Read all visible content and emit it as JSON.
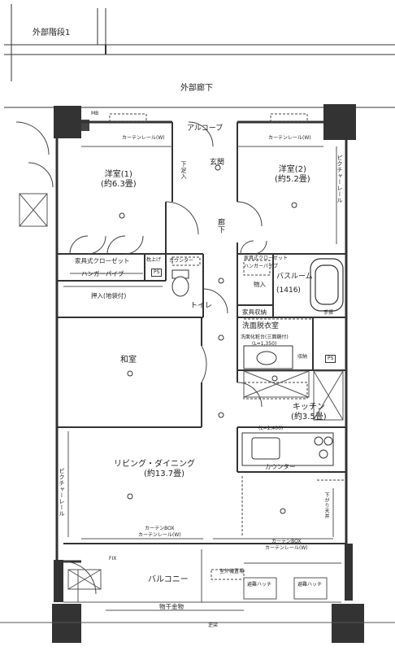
{
  "labels": {
    "external_stair": "外部階段1",
    "external_corridor": "外部廊下",
    "mb": "MB",
    "alcove": "アルコーブ",
    "entrance": "玄関",
    "hallway": "廊下",
    "storage_entrance": "下足入",
    "western_room_1": "洋室(1)",
    "western_room_1_size": "(約6.3畳)",
    "western_room_2": "洋室(2)",
    "western_room_2_size": "(約5.2畳)",
    "closet": "家具式クローゼット",
    "hanger_pipe": "ハンガーパイプ",
    "shelf_1": "枕上げ",
    "counter_wc": "カウンター",
    "toilet": "トイレ",
    "ps": "PS",
    "closet_2": "家具式クローゼット",
    "hanger_pipe_2": "ハンガーパイプ",
    "storage_in": "物入",
    "bathroom": "バスルーム",
    "bathroom_size": "(1416)",
    "handrail": "手摺",
    "furniture_storage": "家具収納",
    "oshiire": "押入(地袋付)",
    "washroom": "洗面脱衣室",
    "washbasin": "洗面化粧台(三面鏡付)",
    "washbasin_size": "(L=1,350)",
    "storage_small": "収納",
    "ps2": "PS",
    "washitsu": "和室",
    "kitchen": "キッチン",
    "kitchen_size": "(約3.5畳)",
    "kitchen_counter_len": "(L=2,400)",
    "counter": "カウンター",
    "living": "リビング・ダイニング",
    "living_size": "(約13.7畳)",
    "picture_rail_left": "ピクチャーレール",
    "picture_rail_right": "ピクチャーレール",
    "curtain_box_left": "カーテンBOX",
    "curtain_rail_left": "カーテンレール(W)",
    "curtain_box_right": "カーテンBOX",
    "curtain_rail_right": "カーテンレール(W)",
    "curtain_rail_r1": "カーテンレール(W)",
    "curtain_rail_r2": "カーテンレール(W)",
    "balcony": "バルコニー",
    "fix": "FIX",
    "outdoor_unit": "室外機置場",
    "laundry_pole": "物干金物",
    "evac_hatch_1": "避難ハッチ",
    "evac_hatch_2": "避難ハッチ",
    "slope": "逆梁",
    "beam_note": "下がり天井"
  }
}
